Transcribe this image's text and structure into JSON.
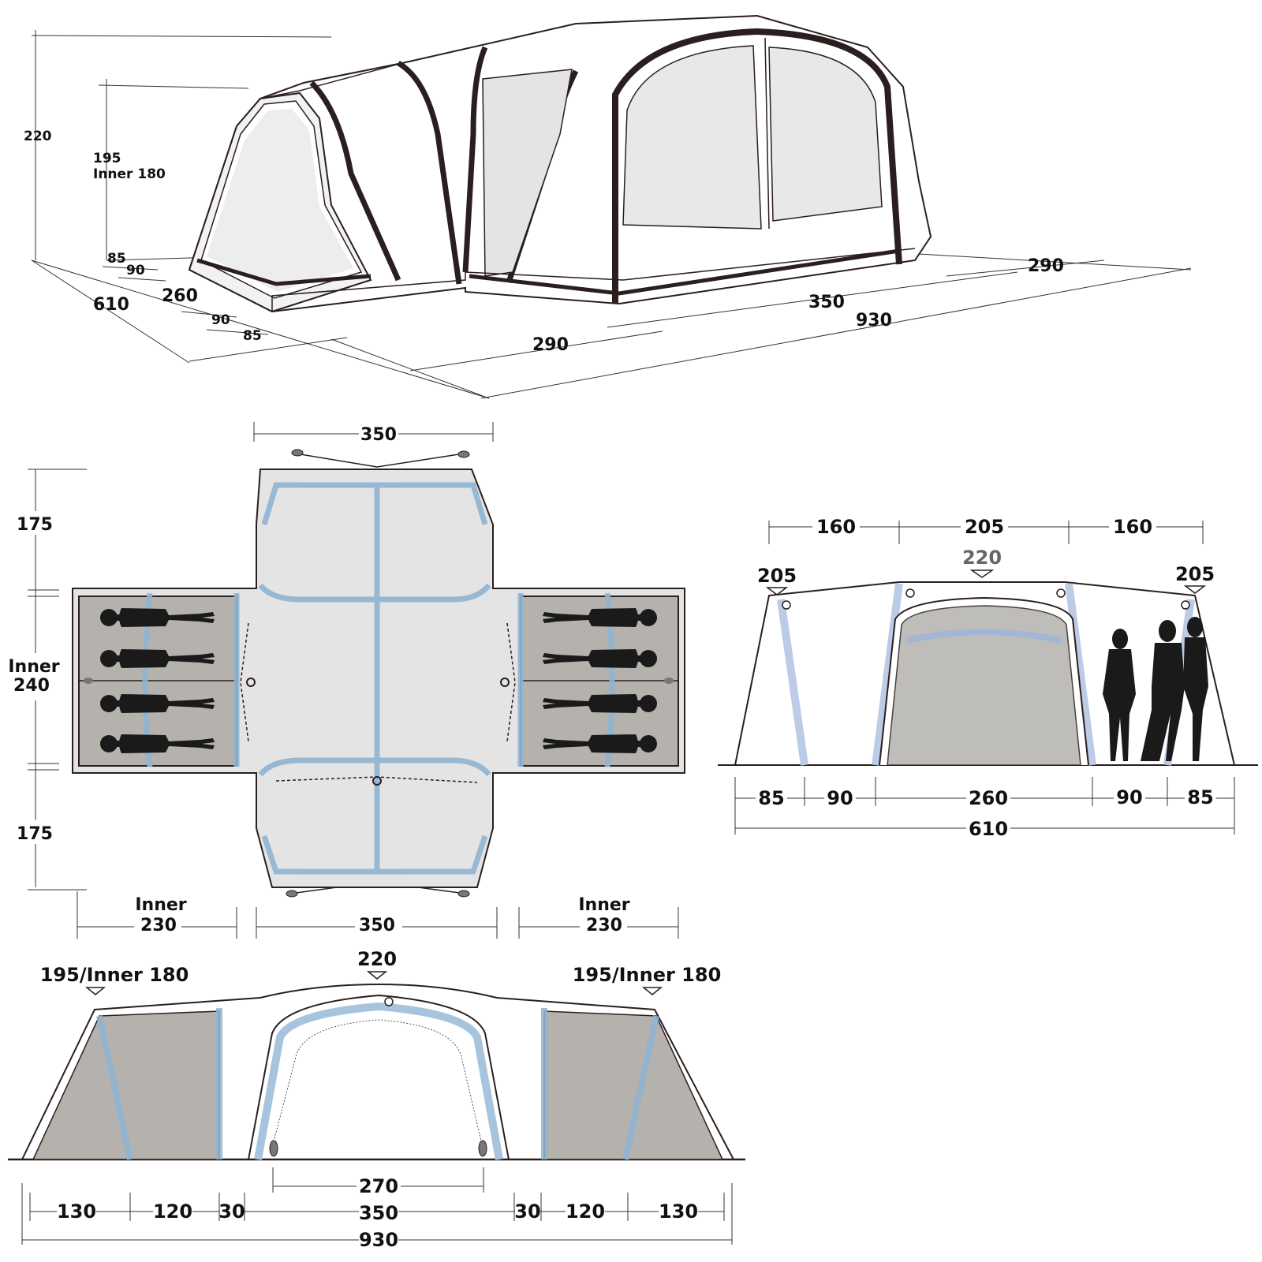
{
  "colors": {
    "outline": "#2b1e1e",
    "pole": "#8fb4d2",
    "inner_room": "#b5b2ad",
    "floor": "#e1e1e1",
    "bg": "#ffffff"
  },
  "perspective": {
    "height_total": "220",
    "height_side_line1": "195",
    "height_side_line2": "Inner 180",
    "depth_total": "610",
    "depth_parts": [
      "85",
      "90",
      "260",
      "90",
      "85"
    ],
    "front_left": "290",
    "front_center": "350",
    "front_right": "290",
    "front_total": "930"
  },
  "floorplan": {
    "top_width": "350",
    "left_top": "175",
    "left_inner_line1": "Inner",
    "left_inner_line2": "240",
    "left_bottom": "175",
    "bottom_left_line1": "Inner",
    "bottom_left_line2": "230",
    "bottom_center": "350",
    "bottom_right_line1": "Inner",
    "bottom_right_line2": "230",
    "sleeper_icons": [
      "person-icon",
      "person-icon",
      "person-icon",
      "person-icon",
      "person-icon",
      "person-icon",
      "person-icon",
      "person-icon"
    ]
  },
  "side_view": {
    "top_dims": [
      "160",
      "205",
      "160"
    ],
    "height_center": "220",
    "height_left": "205",
    "height_right": "205",
    "bottom_dims": [
      "85",
      "90",
      "260",
      "90",
      "85"
    ],
    "total": "610",
    "people_icons": [
      "person-silhouette-icon",
      "person-silhouette-icon",
      "person-silhouette-icon"
    ]
  },
  "front_view": {
    "height_left": "195/Inner 180",
    "height_center": "220",
    "height_right": "195/Inner 180",
    "door_width": "270",
    "bottom_dims": [
      "130",
      "120",
      "30",
      "350",
      "30",
      "120",
      "130"
    ],
    "total": "930"
  }
}
